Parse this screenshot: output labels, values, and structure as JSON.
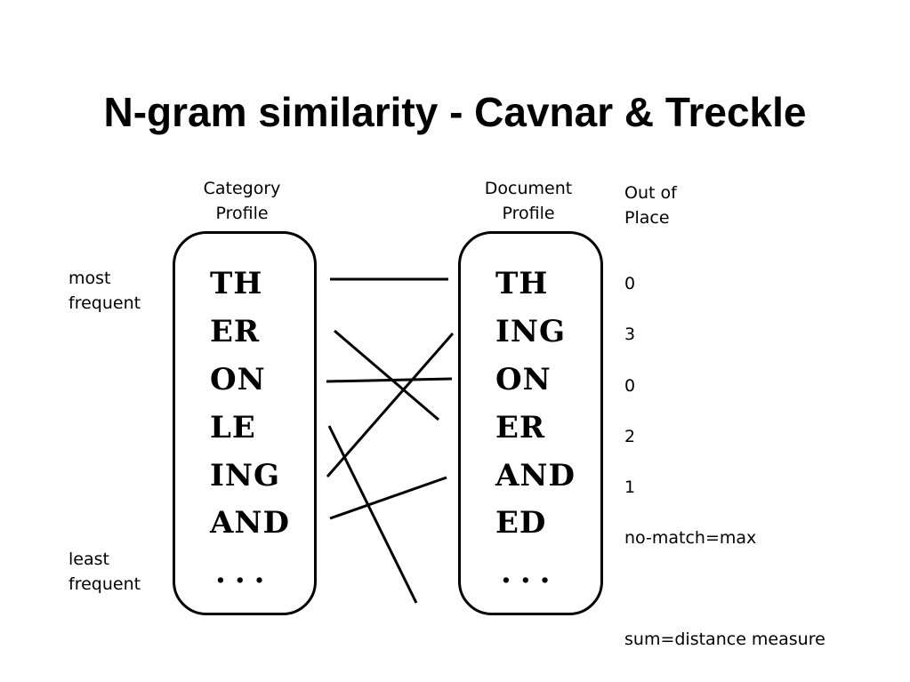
{
  "title": "N-gram similarity - Cavnar & Treckle",
  "category_header": [
    "Category",
    "Profile"
  ],
  "document_header": [
    "Document",
    "Profile"
  ],
  "outofplace_header": [
    "Out of",
    "Place"
  ],
  "most_frequent": [
    "most",
    "frequent"
  ],
  "least_frequent": [
    "least",
    "frequent"
  ],
  "category_ngrams": [
    "TH",
    "ER",
    "ON",
    "LE",
    "ING",
    "AND",
    "..."
  ],
  "document_ngrams": [
    "TH",
    "ING",
    "ON",
    "ER",
    "AND",
    "ED",
    "..."
  ],
  "scores": [
    "0",
    "3",
    "0",
    "2",
    "1",
    "no-match=max"
  ],
  "sum_label": "sum=distance measure"
}
